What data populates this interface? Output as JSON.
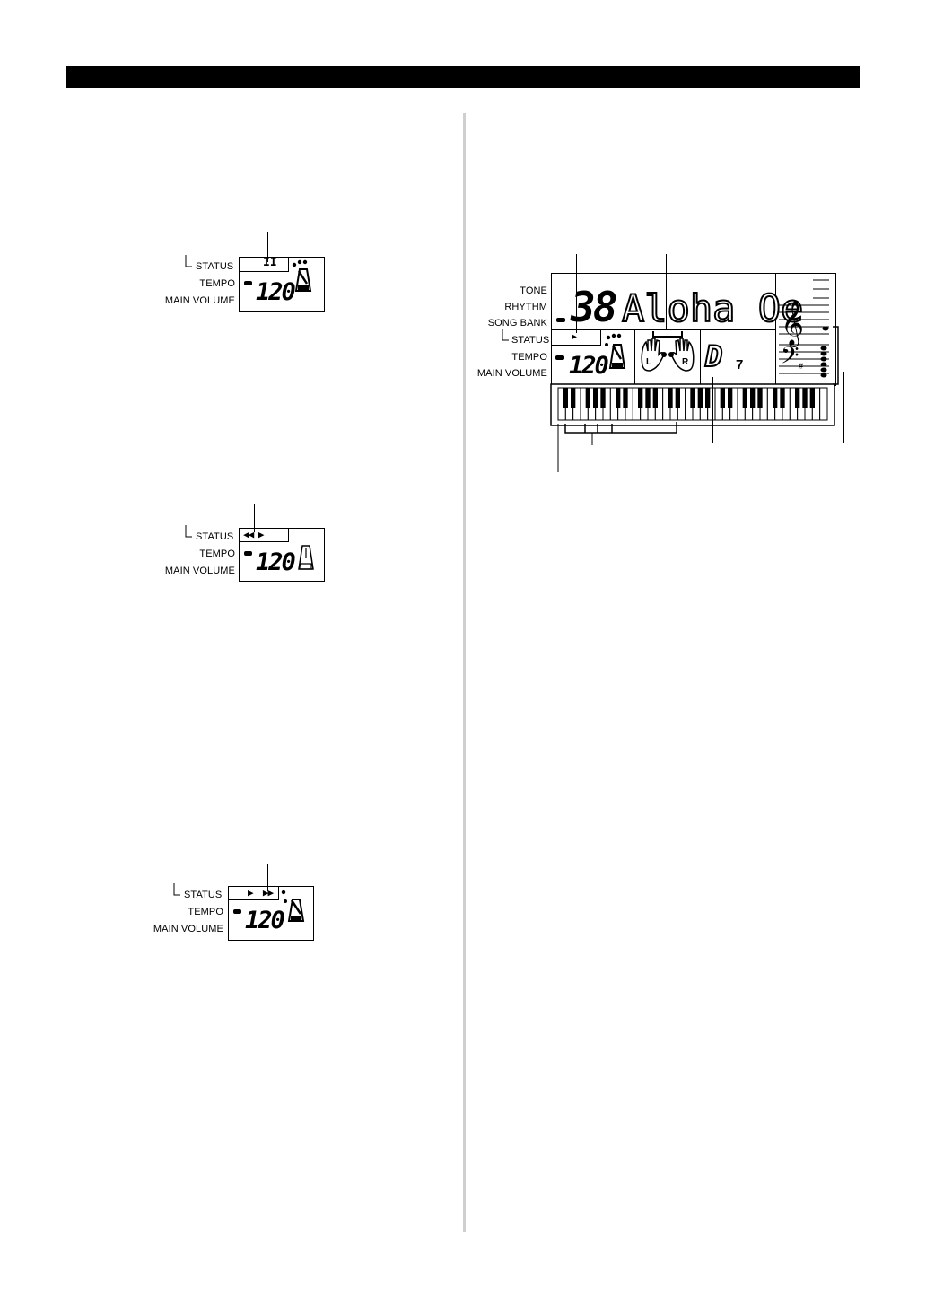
{
  "header": {
    "bar_color": "#000000"
  },
  "labels": {
    "status": "STATUS",
    "tempo": "TEMPO",
    "main_volume": "MAIN VOLUME",
    "tone": "TONE",
    "rhythm": "RHYTHM",
    "song_bank": "SONG BANK"
  },
  "display_pause": {
    "status_symbol": "II",
    "tempo_value": "120",
    "icon": "metronome-icon"
  },
  "display_rewind": {
    "status_symbol": "◀◀ ▶",
    "tempo_value": "120",
    "icon": "metronome-icon"
  },
  "display_ffwd": {
    "status_symbol": "▶  ▶▶",
    "tempo_value": "120",
    "icon": "metronome-icon"
  },
  "display_full": {
    "number": "38",
    "song_name": "Aloha Oe",
    "status_symbol": "▶",
    "tempo_value": "120",
    "hand_left": "L",
    "hand_right": "R",
    "chord_root": "D",
    "chord_type": "7",
    "sharp": "#"
  }
}
